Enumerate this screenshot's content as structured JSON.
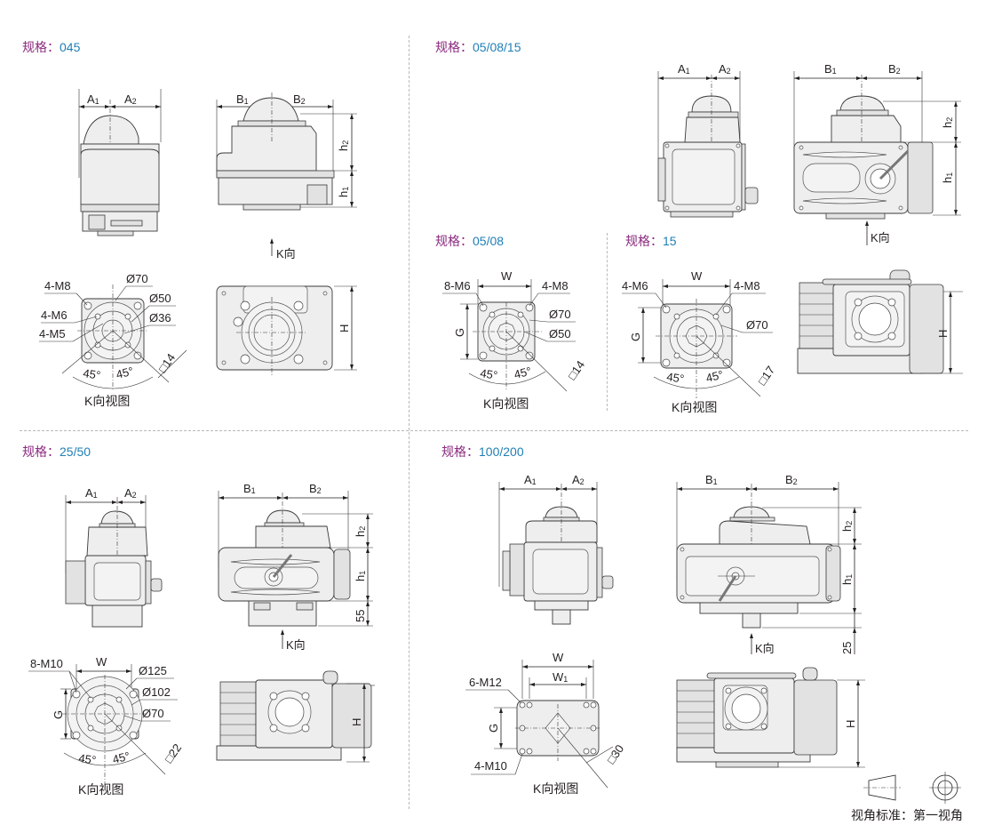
{
  "sections": [
    {
      "id": "045",
      "spec_key": "规格：",
      "spec_value": "045",
      "front_dims": [
        "A1",
        "A2"
      ],
      "side_dims": [
        "B1",
        "B2",
        "h2",
        "h1"
      ],
      "k_direction": "K向",
      "k_view": {
        "caption": "K向视图",
        "callouts": [
          "4-M8",
          "4-M6",
          "4-M5",
          "Ø70",
          "Ø50",
          "Ø36"
        ],
        "angles": [
          "45°",
          "45°"
        ],
        "square": "□14"
      },
      "bottom_dim": "H"
    },
    {
      "id": "05-08-15",
      "spec_key": "规格：",
      "spec_value": "05/08/15",
      "front_dims": [
        "A1",
        "A2"
      ],
      "side_dims": [
        "B1",
        "B2",
        "h2",
        "h1"
      ],
      "k_direction": "K向"
    },
    {
      "id": "05-08",
      "spec_key": "规格：",
      "spec_value": "05/08",
      "k_view": {
        "caption": "K向视图",
        "callouts": [
          "8-M6",
          "4-M8",
          "Ø70",
          "Ø50"
        ],
        "w_label": "W",
        "g_label": "G",
        "angles": [
          "45°",
          "45°"
        ],
        "square": "□14"
      }
    },
    {
      "id": "15",
      "spec_key": "规格：",
      "spec_value": "15",
      "k_view": {
        "caption": "K向视图",
        "callouts": [
          "4-M6",
          "4-M8",
          "Ø70"
        ],
        "w_label": "W",
        "g_label": "G",
        "angles": [
          "45°",
          "45°"
        ],
        "square": "□17"
      },
      "bottom_dim": "H"
    },
    {
      "id": "25-50",
      "spec_key": "规格：",
      "spec_value": "25/50",
      "front_dims": [
        "A1",
        "A2"
      ],
      "side_dims": [
        "B1",
        "B2",
        "h2",
        "h1",
        "55"
      ],
      "k_direction": "K向",
      "k_view": {
        "caption": "K向视图",
        "callouts": [
          "8-M10",
          "Ø125",
          "Ø102",
          "Ø70"
        ],
        "w_label": "W",
        "g_label": "G",
        "angles": [
          "45°",
          "45°"
        ],
        "square": "□22"
      },
      "bottom_dim": "H"
    },
    {
      "id": "100-200",
      "spec_key": "规格：",
      "spec_value": "100/200",
      "front_dims": [
        "A1",
        "A2"
      ],
      "side_dims": [
        "B1",
        "B2",
        "h2",
        "h1",
        "25"
      ],
      "k_direction": "K向",
      "k_view": {
        "caption": "K向视图",
        "callouts": [
          "6-M12",
          "4-M10"
        ],
        "w_label": "W",
        "w1_label": "W1",
        "g_label": "G",
        "square": "□30"
      },
      "bottom_dim": "H"
    }
  ],
  "footer": {
    "projection_label": "视角标准：第一视角",
    "icon": "first-angle-projection-icon"
  },
  "colors": {
    "spec_key": "#8b2a7e",
    "spec_value": "#1f7fb6",
    "line": "#231f20",
    "housing": "#eeeeee",
    "divider": "#b8b8b8"
  }
}
